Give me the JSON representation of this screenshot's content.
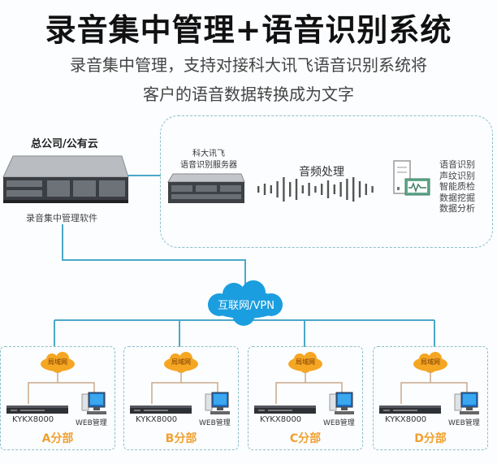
{
  "header": {
    "title": "录音集中管理+语音识别系统",
    "subtitle_line1": "录音集中管理，支持对接科大讯飞语音识别系统将",
    "subtitle_line2": "客户的语音数据转换成为文字"
  },
  "headquarters": {
    "label": "总公司/公有云",
    "software_label": "录音集中管理软件",
    "icon": "rack-server-icon"
  },
  "iflytek_panel": {
    "server_label_line1": "科大讯飞",
    "server_label_line2": "语音识别服务器",
    "audio_label": "音频处理",
    "functions": [
      "语音识别",
      "声纹识别",
      "智能质检",
      "数据挖掘",
      "数据分析"
    ],
    "icons": [
      "rack-server-icon",
      "sound-wave-icon",
      "monitoring-workstation-icon"
    ]
  },
  "network": {
    "label": "互联网/VPN",
    "icon": "cloud-icon"
  },
  "branches": [
    {
      "name": "A分部",
      "lan_label": "局域网",
      "device_model": "KYKX8000",
      "web_label": "WEB管理"
    },
    {
      "name": "B分部",
      "lan_label": "局域网",
      "device_model": "KYKX8000",
      "web_label": "WEB管理"
    },
    {
      "name": "C分部",
      "lan_label": "局域网",
      "device_model": "KYKX8000",
      "web_label": "WEB管理"
    },
    {
      "name": "D分部",
      "lan_label": "局域网",
      "device_model": "KYKX8000",
      "web_label": "WEB管理"
    }
  ],
  "colors": {
    "connector": "#4ba8c8",
    "cloud": "#1a9ee0",
    "lan_cloud": "#f5a623",
    "branch_name": "#f0a030",
    "dashed_border": "#8fbfc7"
  }
}
